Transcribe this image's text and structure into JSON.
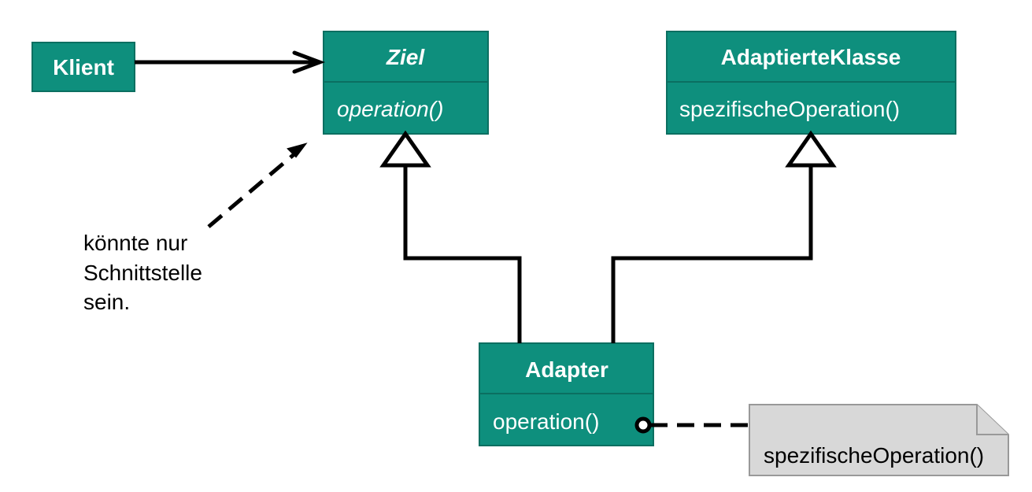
{
  "colors": {
    "class_fill": "#0e8f7d",
    "class_stroke": "#0b6f61",
    "note_fill": "#d8d8d8",
    "note_stroke": "#999999",
    "line": "#000000"
  },
  "classes": {
    "klient": {
      "name": "Klient"
    },
    "ziel": {
      "name": "Ziel",
      "operation": "operation()"
    },
    "adaptierte_klasse": {
      "name": "AdaptierteKlasse",
      "operation": "spezifischeOperation()"
    },
    "adapter": {
      "name": "Adapter",
      "operation": "operation()"
    }
  },
  "annotation": {
    "lines": [
      "könnte nur",
      "Schnittstelle",
      "sein."
    ]
  },
  "note": {
    "text": "spezifischeOperation()"
  }
}
